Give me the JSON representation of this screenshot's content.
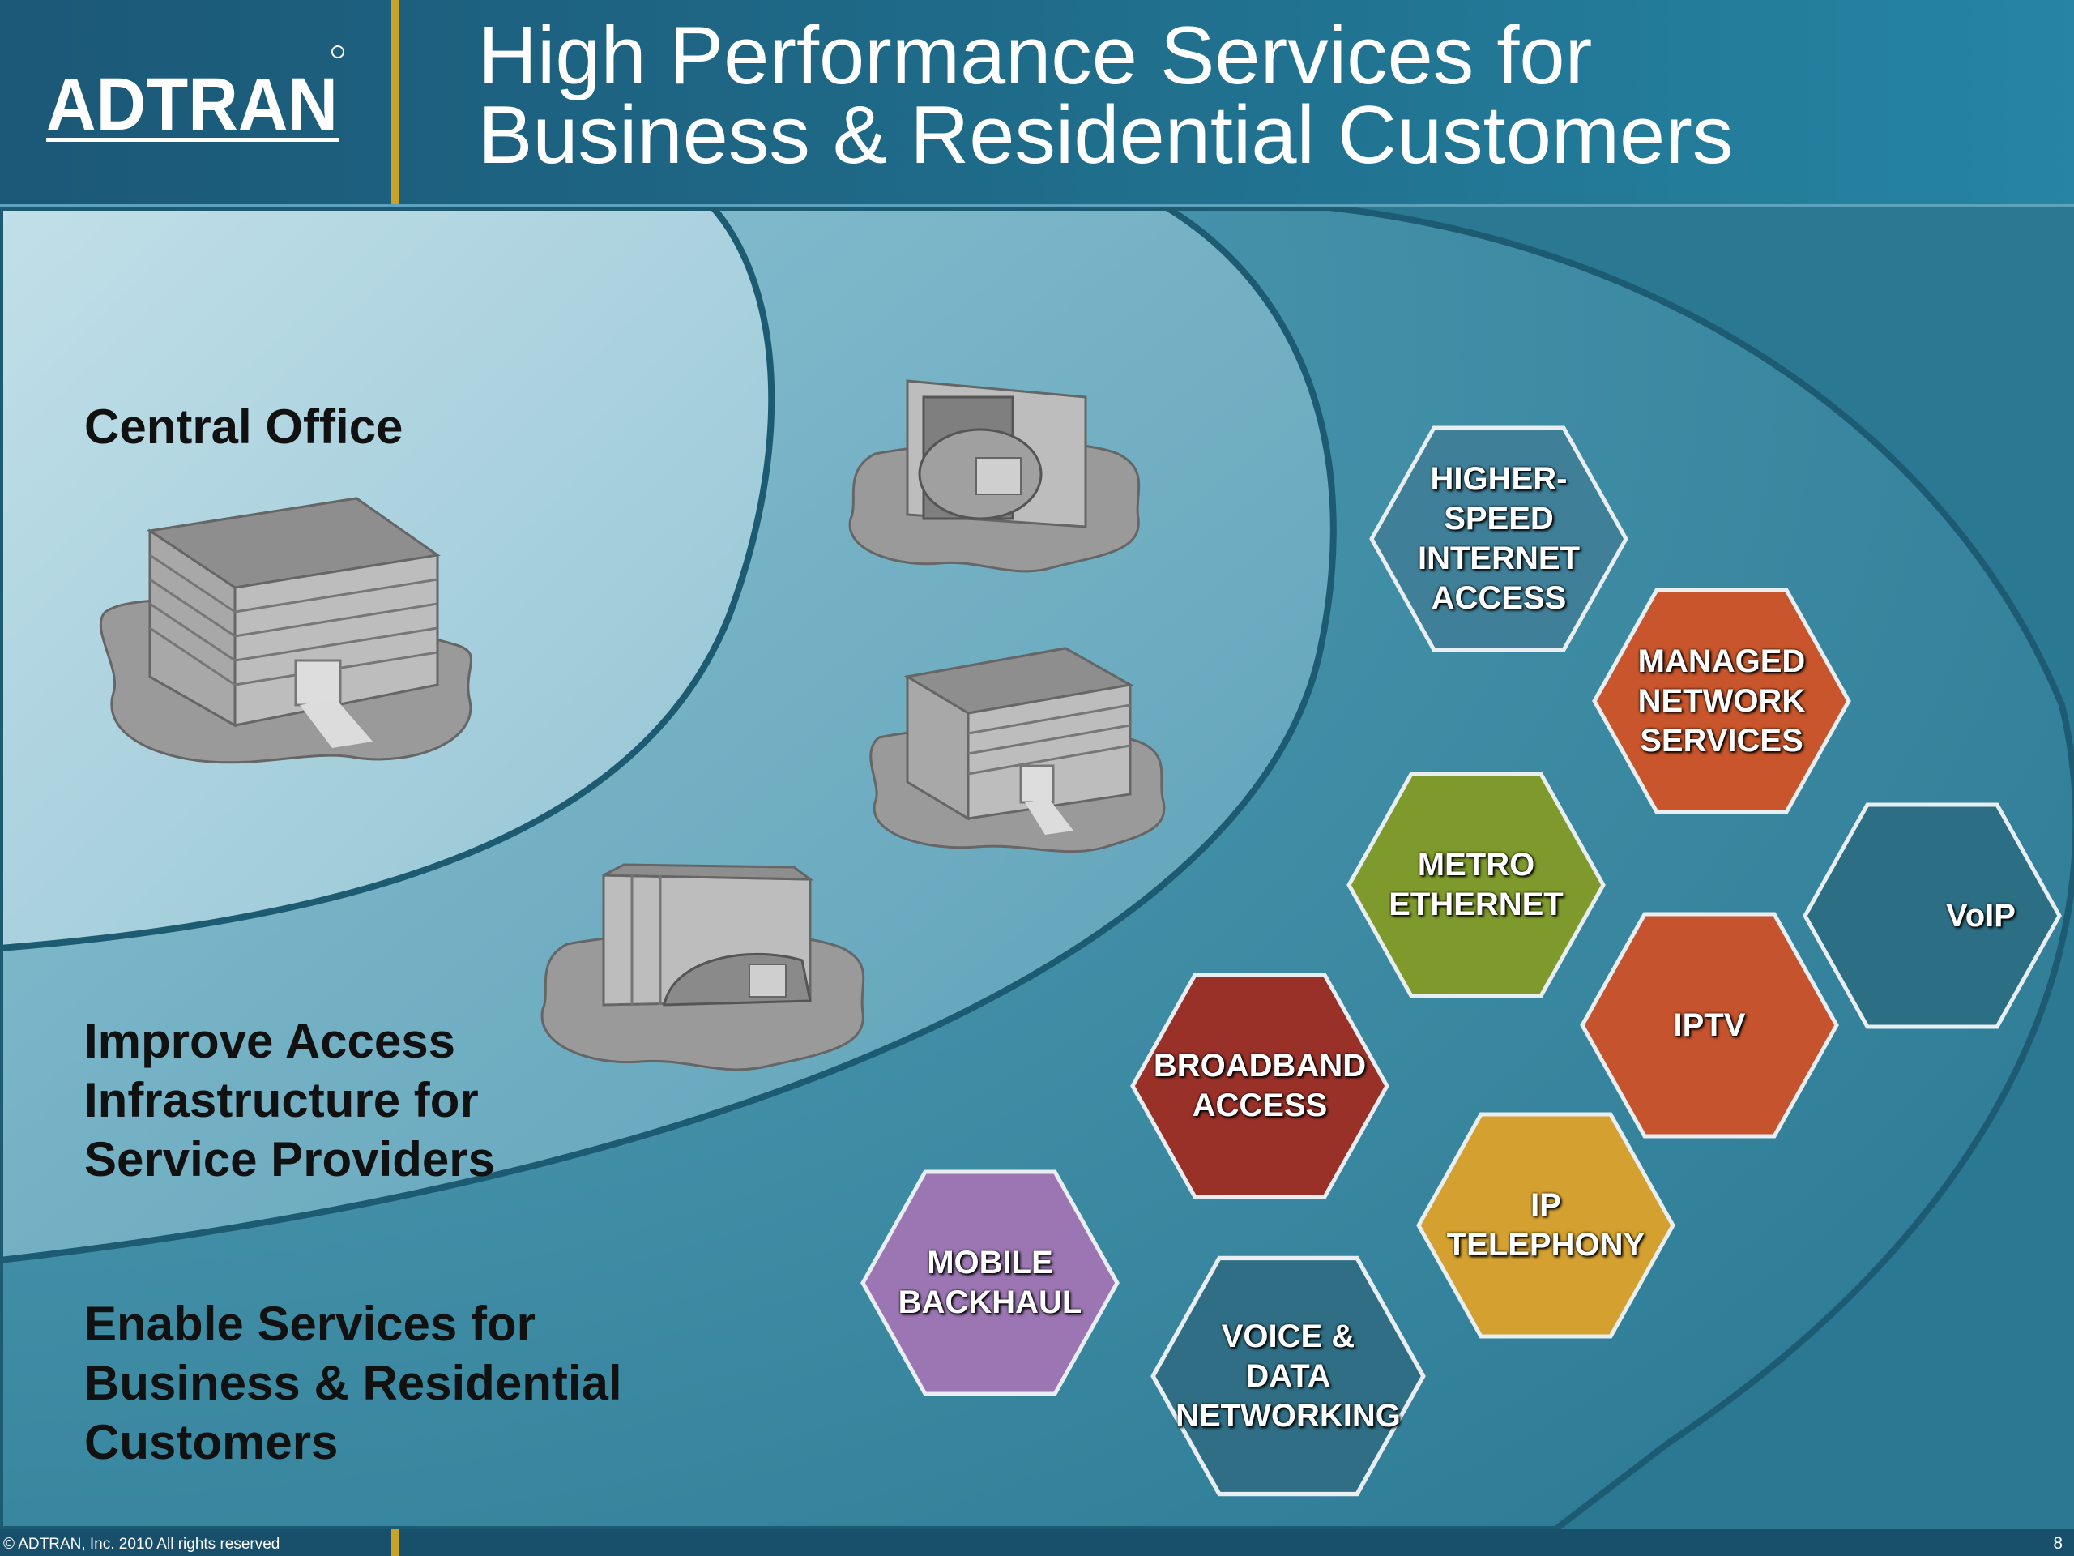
{
  "header": {
    "brand": "ADTRAN",
    "title_line1": "High Performance Services for",
    "title_line2": "Business & Residential Customers"
  },
  "zones": {
    "central_office": {
      "line1": "Central Office"
    },
    "access": {
      "line1": "Improve Access",
      "line2": "Infrastructure for",
      "line3": "Service Providers"
    },
    "services": {
      "line1": "Enable Services for",
      "line2": "Business & Residential",
      "line3": "Customers"
    }
  },
  "services": [
    {
      "line1": "HIGHER-",
      "line2": "SPEED",
      "line3": "INTERNET",
      "line4": "ACCESS",
      "color": "#3f7f98"
    },
    {
      "line1": "MANAGED",
      "line2": "NETWORK",
      "line3": "SERVICES",
      "color": "#c8552b"
    },
    {
      "line1": "METRO",
      "line2": "ETHERNET",
      "color": "#7f9a2c"
    },
    {
      "line1": "VoIP",
      "color": "#2c6f85"
    },
    {
      "line1": "IPTV",
      "color": "#c4532e"
    },
    {
      "line1": "BROADBAND",
      "line2": "ACCESS",
      "color": "#9a3128"
    },
    {
      "line1": "IP",
      "line2": "TELEPHONY",
      "color": "#d4a030"
    },
    {
      "line1": "MOBILE",
      "line2": "BACKHAUL",
      "color": "#9b76b3"
    },
    {
      "line1": "VOICE &",
      "line2": "DATA",
      "line3": "NETWORKING",
      "color": "#2f6e84"
    }
  ],
  "footer": {
    "copyright": "© ADTRAN, Inc. 2010 All rights reserved",
    "page_number": "8"
  }
}
